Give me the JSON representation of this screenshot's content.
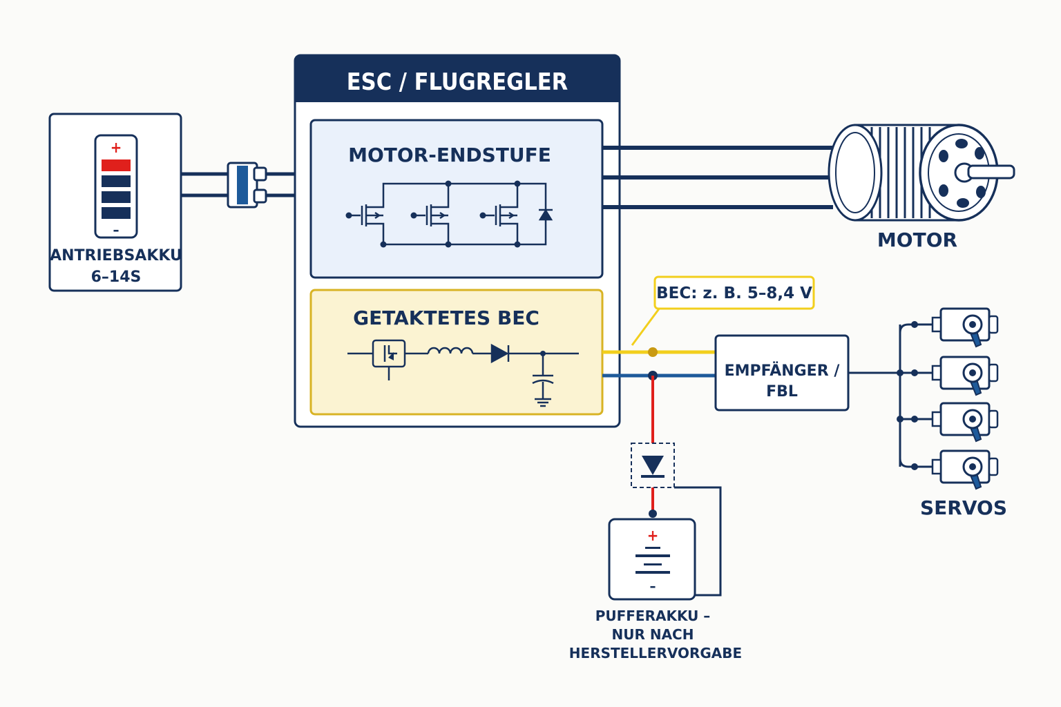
{
  "esc": {
    "title": "ESC / FLUGREGLER"
  },
  "motor_stage": {
    "title": "MOTOR-ENDSTUFE"
  },
  "bec_stage": {
    "title": "GETAKTETES BEC"
  },
  "battery": {
    "name": "ANTRIEBSAKKU",
    "cells": "6–14S",
    "plus": "+",
    "minus": "–"
  },
  "motor": {
    "label": "MOTOR"
  },
  "bec_callout": {
    "text": "BEC: z. B. 5–8,4 V"
  },
  "receiver": {
    "line1": "EMPFÄNGER /",
    "line2": "FBL"
  },
  "servos": {
    "label": "SERVOS"
  },
  "buffer": {
    "line1": "PUFFERAKKU –",
    "line2": "NUR NACH",
    "line3": "HERSTELLERVORGABE",
    "plus": "+",
    "minus": "–"
  },
  "colors": {
    "navy": "#16305a",
    "red": "#e0201c",
    "yellow": "#f2cf1d",
    "blue": "#1e5a9a",
    "motor_stage_fill": "#eaf1fb",
    "bec_stage_fill": "#fbf3d2"
  }
}
